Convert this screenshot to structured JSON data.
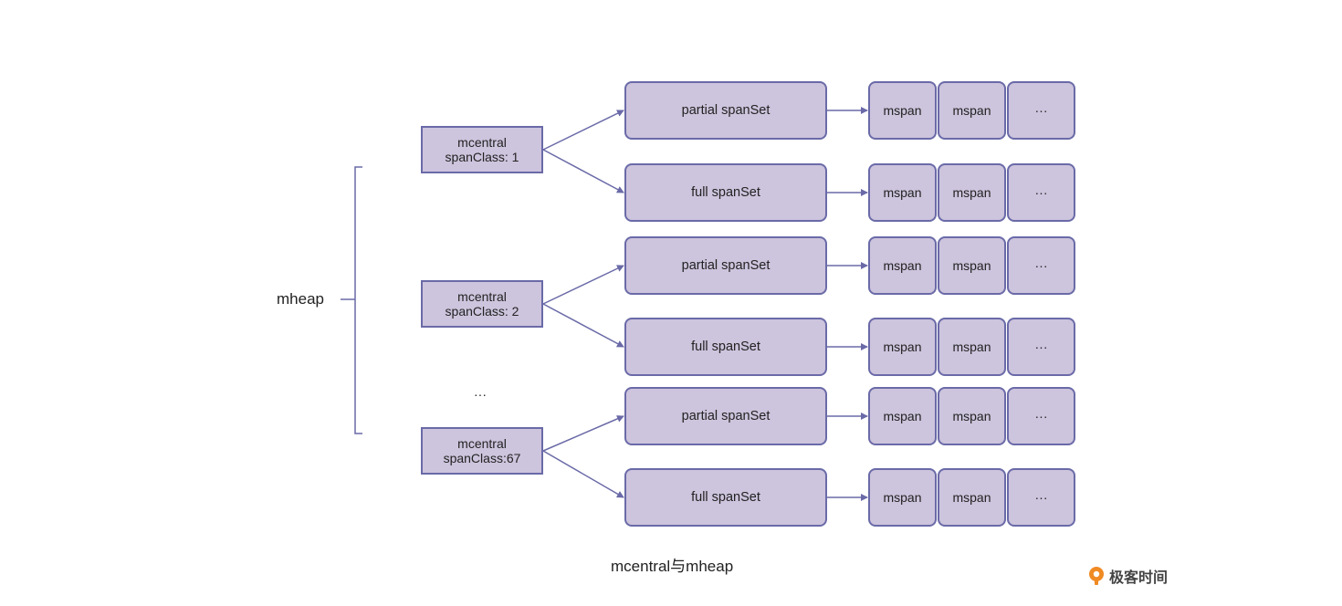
{
  "mheap_label": "mheap",
  "ellipsis": "···",
  "caption": "mcentral与mheap",
  "logo": {
    "text": "极客时间",
    "accent": "#f08a24",
    "icon": "lightbulb-icon"
  },
  "colors": {
    "fill": "#cdc4dd",
    "stroke": "#6a6aa8"
  },
  "mcentrals": [
    {
      "line1": "mcentral",
      "line2": "spanClass: 1",
      "sets": [
        {
          "label": "partial spanSet",
          "spans": [
            "mspan",
            "mspan",
            "···"
          ]
        },
        {
          "label": "full spanSet",
          "spans": [
            "mspan",
            "mspan",
            "···"
          ]
        }
      ]
    },
    {
      "line1": "mcentral",
      "line2": "spanClass: 2",
      "sets": [
        {
          "label": "partial spanSet",
          "spans": [
            "mspan",
            "mspan",
            "···"
          ]
        },
        {
          "label": "full spanSet",
          "spans": [
            "mspan",
            "mspan",
            "···"
          ]
        }
      ]
    },
    {
      "line1": "mcentral",
      "line2": "spanClass:67",
      "sets": [
        {
          "label": "partial spanSet",
          "spans": [
            "mspan",
            "mspan",
            "···"
          ]
        },
        {
          "label": "full spanSet",
          "spans": [
            "mspan",
            "mspan",
            "···"
          ]
        }
      ]
    }
  ]
}
